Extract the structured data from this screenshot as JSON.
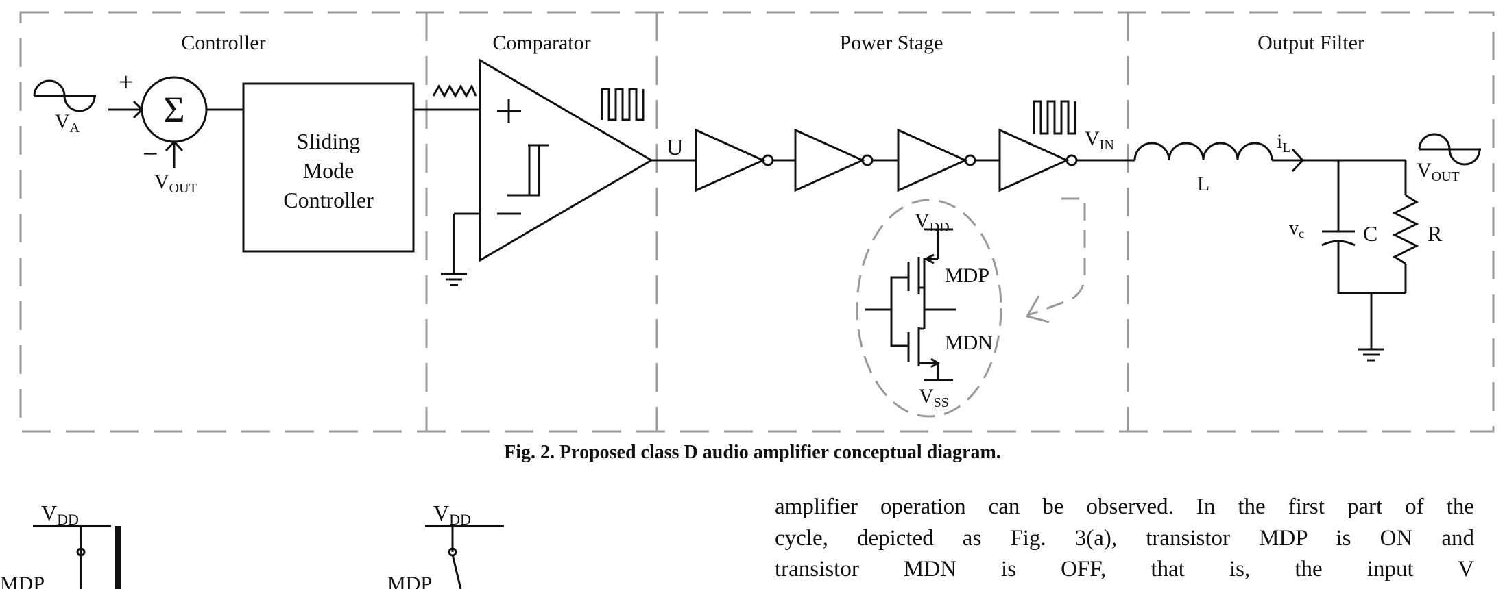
{
  "sections": {
    "controller": "Controller",
    "comparator": "Comparator",
    "power_stage": "Power Stage",
    "output_filter": "Output Filter"
  },
  "labels": {
    "va": "V",
    "va_sub": "A",
    "vout": "V",
    "vout_sub": "OUT",
    "plus": "+",
    "minus": "−",
    "sigma": "Σ",
    "smc_line1": "Sliding",
    "smc_line2": "Mode",
    "smc_line3": "Controller",
    "cmp_plus": "+",
    "cmp_minus": "−",
    "u": "U",
    "vin": "V",
    "vin_sub": "IN",
    "l": "L",
    "il": "i",
    "il_sub": "L",
    "vc": "v",
    "vc_sub": "c",
    "c": "C",
    "r": "R",
    "vout2": "V",
    "vout2_sub": "OUT",
    "vdd": "V",
    "vdd_sub": "DD",
    "vss": "V",
    "vss_sub": "SS",
    "mdp": "MDP",
    "mdn": "MDN",
    "bot_vdd1": "V",
    "bot_vdd1_sub": "DD",
    "bot_vdd2": "V",
    "bot_vdd2_sub": "DD",
    "bot_mdp1": "MDP",
    "bot_mdp2": "MDP"
  },
  "caption": "Fig. 2.  Proposed class D audio amplifier conceptual diagram.",
  "body_text": {
    "line1": "amplifier operation can be observed. In the first part of the",
    "line2": "cycle, depicted as Fig. 3(a), transistor MDP is ON and",
    "line3": "transistor MDN is OFF, that is, the input V"
  }
}
